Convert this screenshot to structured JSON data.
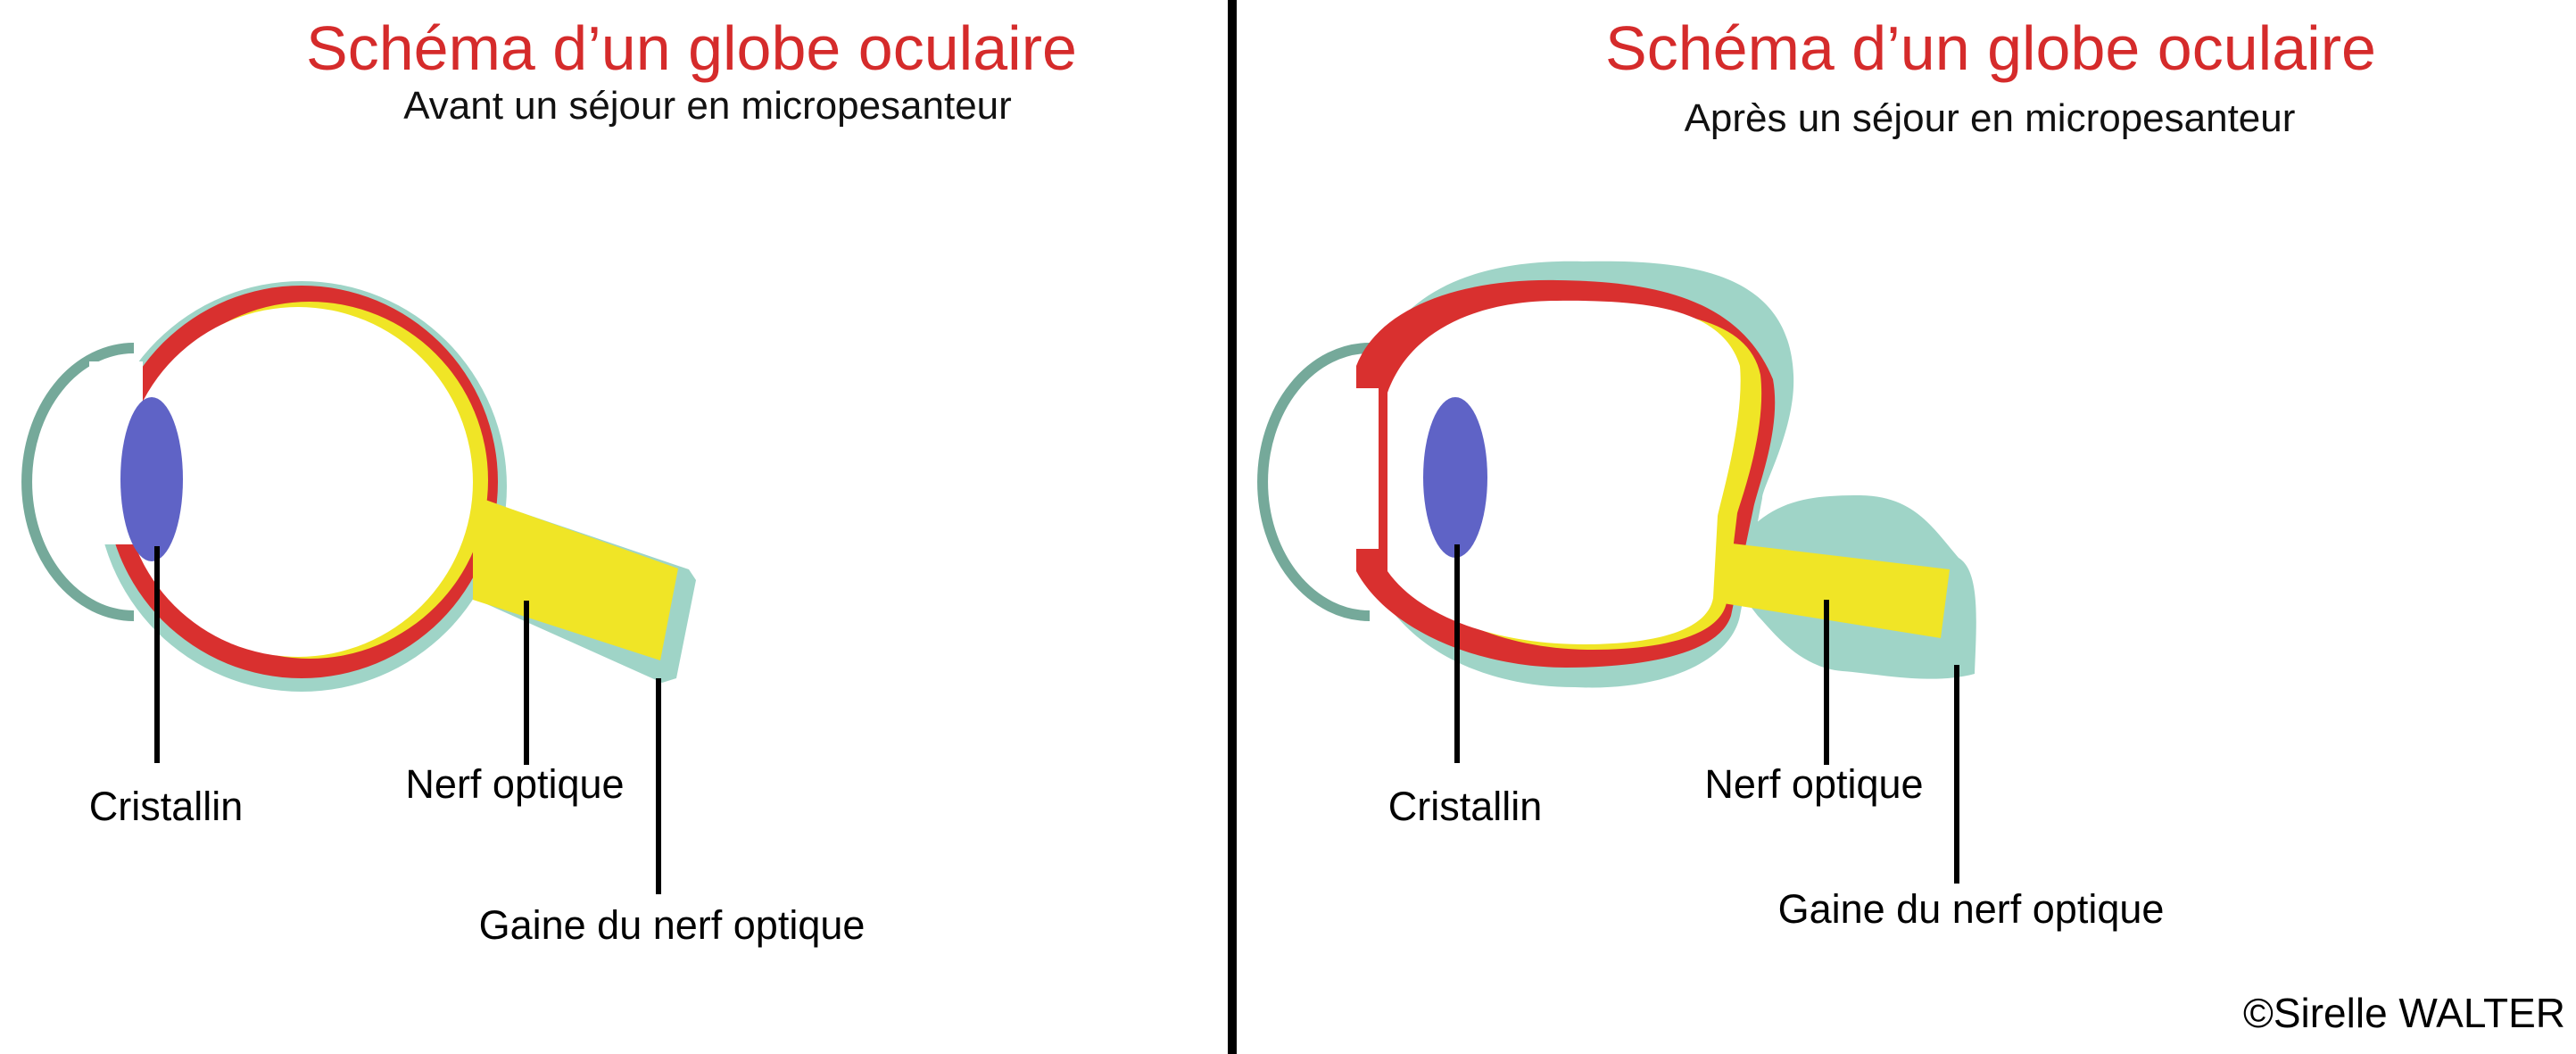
{
  "panels": [
    {
      "title": "Schéma d’un globe oculaire",
      "subtitle": "Avant un séjour en micropesanteur",
      "labels": {
        "lens": "Cristallin",
        "optic_nerve": "Nerf optique",
        "nerve_sheath": "Gaine du nerf optique"
      }
    },
    {
      "title": "Schéma d’un globe oculaire",
      "subtitle": "Après un séjour en micropesanteur",
      "labels": {
        "lens": "Cristallin",
        "optic_nerve": "Nerf optique",
        "nerve_sheath": "Gaine du nerf optique"
      }
    }
  ],
  "credit": "©Sirelle WALTER",
  "colors": {
    "title": "#d52b2b",
    "sclera": "#d9302f",
    "retina": "#f0e526",
    "sheath": "#9fd4c7",
    "cornea": "#75a99a",
    "lens": "#5f63c6"
  }
}
